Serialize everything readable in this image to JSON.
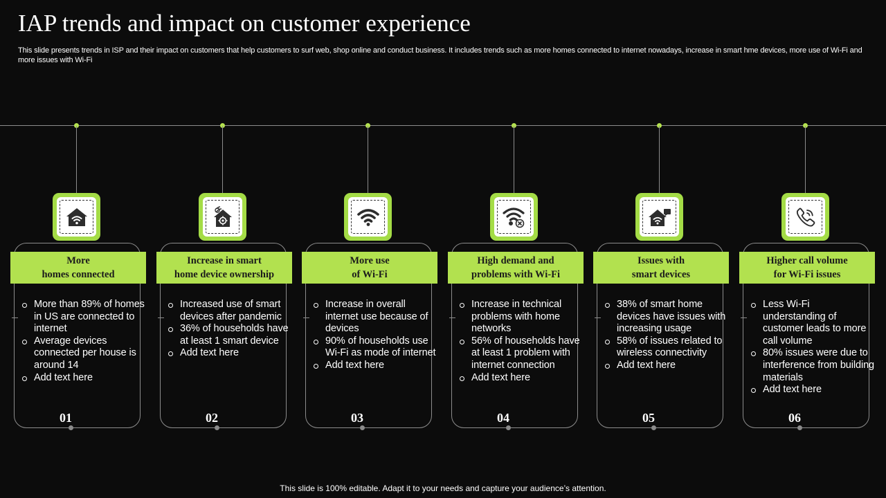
{
  "title": "IAP trends and impact on customer experience",
  "subtitle": "This slide presents trends in ISP and their impact on customers that help customers to surf web, shop online and conduct business. It includes trends such as more homes connected to internet nowadays, increase in smart hme devices, more use of Wi-Fi and more issues with Wi-Fi",
  "footer": "This slide is 100% editable. Adapt it to your needs and capture your audience’s attention.",
  "colors": {
    "accent": "#b2e14f",
    "background": "#0c0c0c",
    "line": "#8d8d8d"
  },
  "trends": [
    {
      "icon": "home-wifi-icon",
      "heading": "More\nhomes connected",
      "bullets": [
        "More than 89% of homes in US are connected to internet",
        "Average devices connected per house is around 14",
        "Add text here"
      ],
      "number": "01"
    },
    {
      "icon": "smart-home-icon",
      "heading": "Increase in smart\nhome device ownership",
      "bullets": [
        "Increased use of smart devices after pandemic",
        "36% of households have at least 1 smart device",
        "Add text here"
      ],
      "number": "02"
    },
    {
      "icon": "wifi-icon",
      "heading": "More use\nof Wi-Fi",
      "bullets": [
        "Increase in overall internet use because of devices",
        "90% of households use Wi-Fi as mode of internet",
        "Add text here"
      ],
      "number": "03"
    },
    {
      "icon": "wifi-error-icon",
      "heading": "High demand and\nproblems with Wi-Fi",
      "bullets": [
        "Increase in technical problems with home networks",
        "56% of households have at least 1 problem with internet connection",
        "Add text here"
      ],
      "number": "04"
    },
    {
      "icon": "smart-device-issue-icon",
      "heading": "Issues with\nsmart devices",
      "bullets": [
        "38% of smart home devices have issues with increasing usage",
        "58% of issues related to wireless connectivity",
        "Add text here"
      ],
      "number": "05"
    },
    {
      "icon": "phone-call-icon",
      "heading": "Higher call volume\nfor Wi-Fi issues",
      "bullets": [
        "Less Wi-Fi understanding of customer leads to more call volume",
        "80% issues were due to interference from building materials",
        "Add text here"
      ],
      "number": "06"
    }
  ]
}
